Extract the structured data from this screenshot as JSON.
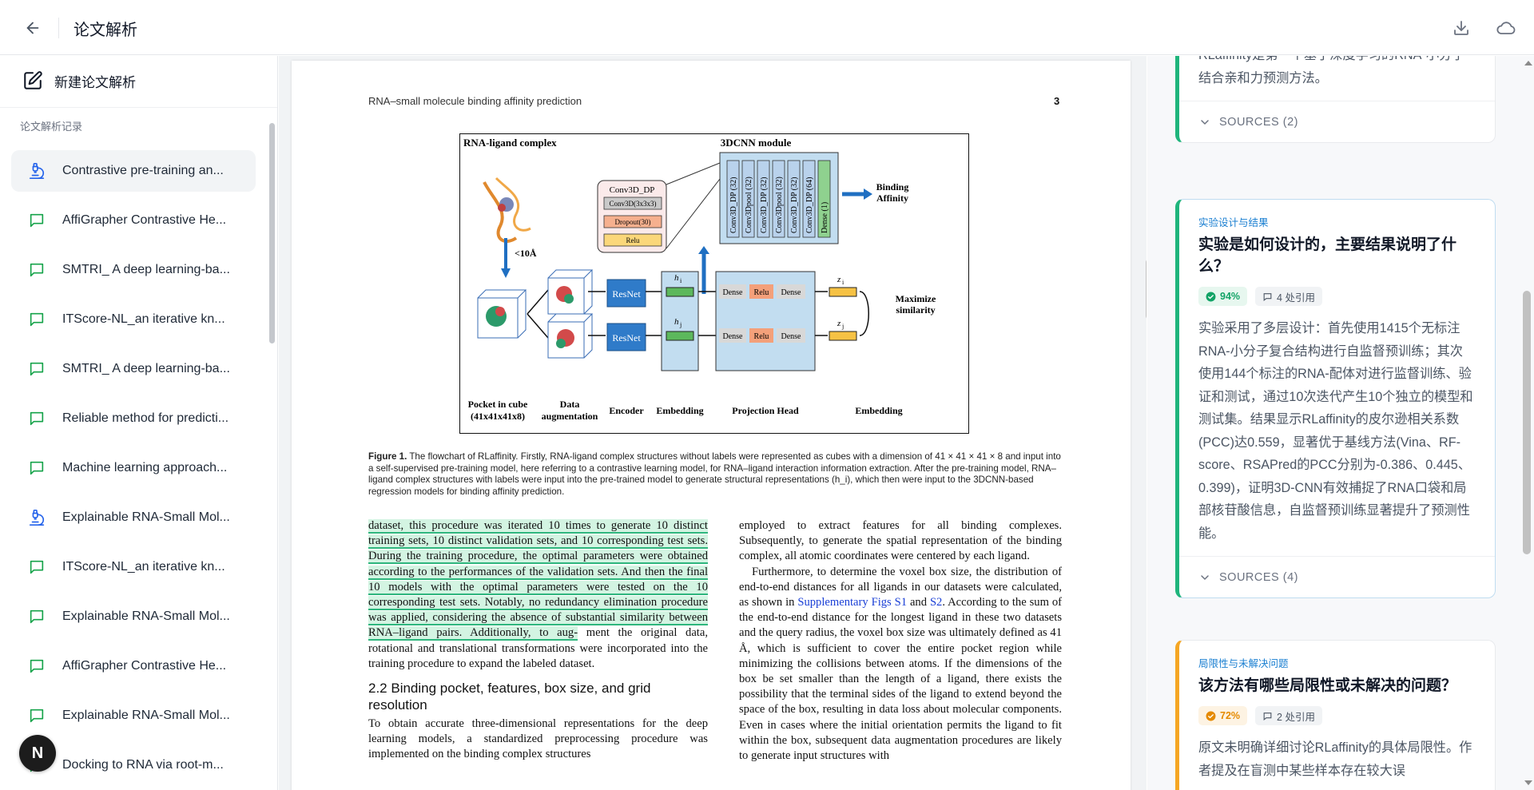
{
  "topbar": {
    "title": "论文解析",
    "back_icon": "arrow-left-icon",
    "download_icon": "download-icon",
    "cloud_icon": "cloud-icon"
  },
  "sidebar": {
    "new_label": "新建论文解析",
    "history_label": "论文解析记录",
    "items": [
      {
        "label": "Contrastive pre-training an...",
        "icon": "microscope-icon"
      },
      {
        "label": "AffiGrapher Contrastive He...",
        "icon": "chat-icon"
      },
      {
        "label": "SMTRI_ A deep learning-ba...",
        "icon": "chat-icon"
      },
      {
        "label": "ITScore-NL_an iterative kn...",
        "icon": "chat-icon"
      },
      {
        "label": "SMTRI_ A deep learning-ba...",
        "icon": "chat-icon"
      },
      {
        "label": "Reliable method for predicti...",
        "icon": "chat-icon"
      },
      {
        "label": "Machine learning approach...",
        "icon": "chat-icon"
      },
      {
        "label": "Explainable RNA-Small Mol...",
        "icon": "microscope-icon"
      },
      {
        "label": "ITScore-NL_an iterative kn...",
        "icon": "chat-icon"
      },
      {
        "label": "Explainable RNA-Small Mol...",
        "icon": "chat-icon"
      },
      {
        "label": "AffiGrapher Contrastive He...",
        "icon": "chat-icon"
      },
      {
        "label": "Explainable RNA-Small Mol...",
        "icon": "chat-icon"
      },
      {
        "label": "Docking to RNA via root-m...",
        "icon": "chat-icon"
      }
    ],
    "avatar_letter": "N"
  },
  "doc": {
    "running_head": "RNA–small molecule binding affinity prediction",
    "page_number": "3",
    "figure": {
      "label_complex": "RNA-ligand complex",
      "label_module": "3DCNN module",
      "conv_title": "Conv3D_DP",
      "conv_rows": [
        "Conv3D(3x3x3)",
        "Dropout(30)",
        "Relu"
      ],
      "module_layers": [
        "Conv3D_DP (32)",
        "Conv3Dpool (32)",
        "Conv3D_DP (32)",
        "Conv3Dpool (32)",
        "Conv3D_DP (32)",
        "Conv3D_DP (64)",
        "Dense (1)"
      ],
      "binding": "Binding",
      "affinity": "Affinity",
      "dist": "<10Å",
      "resnet": "ResNet",
      "hi": "h",
      "hi_sub": "i",
      "hj": "h",
      "hj_sub": "j",
      "zi": "z",
      "zi_sub": "i",
      "zj": "z",
      "zj_sub": "j",
      "dense": "Dense",
      "relu": "Relu",
      "maximize": "Maximize",
      "similarity": "similarity",
      "bottom_labels": [
        "Pocket in cube",
        "(41x41x41x8)",
        "Data",
        "augmentation",
        "Encoder",
        "Embedding",
        "Projection Head",
        "Embedding"
      ]
    },
    "caption_label": "Figure 1.",
    "caption_text": " The flowchart of RLaffinity. Firstly, RNA-ligand complex structures without labels were represented as cubes with a dimension of 41 × 41 × 41 × 8 and input into a self-supervised pre-training model, here referring to a contrastive learning model, for RNA–ligand interaction information extraction. After the pre-training model, RNA–ligand complex structures with labels were input into the pre-trained model to generate structural representations (h_i), which then were input to the 3DCNN-based regression models for binding affinity prediction.",
    "left_highlight": "dataset, this procedure was iterated 10 times to generate 10 distinct training sets, 10 distinct validation sets, and 10 corresponding test sets. During the training procedure, the optimal parameters were obtained according to the performances of the validation sets. And then the final 10 models with the optimal parameters were tested on the 10 corresponding test sets. Notably, no redundancy elimination procedure was applied, considering the absence of substantial similarity between RNA–ligand pairs. Additionally, to aug-",
    "left_rest": "ment the original data, rotational and translational transformations were incorporated into the training procedure to expand the labeled dataset.",
    "section_title": "2.2 Binding pocket, features, box size, and grid resolution",
    "left_after": "To obtain accurate three-dimensional representations for the deep learning models, a standardized preprocessing procedure was implemented on the binding complex structures",
    "right_p1": "employed to extract features for all binding complexes. Subsequently, to generate the spatial representation of the binding complex, all atomic coordinates were centered by each ligand.",
    "right_p2_a": "Furthermore, to determine the voxel box size, the distribution of end-to-end distances for all ligands in our datasets were calculated, as shown in ",
    "right_link1": "Supplementary Figs S1",
    "right_and": " and ",
    "right_link2": "S2",
    "right_p2_b": ". According to the sum of the end-to-end distance for the longest ligand in these two datasets and the query radius, the voxel box size was ultimately defined as 41 Å, which is sufficient to cover the entire pocket region while minimizing the collisions between atoms. If the dimensions of the box be set smaller than the length of a ligand, there exists the possibility that the terminal sides of the ligand to extend beyond the space of the box, resulting in data loss about molecular components. Even in cases where the initial orientation permits the ligand to fit within the box, subsequent data augmentation procedures are likely to generate input structures with"
  },
  "panel": {
    "card1": {
      "answer_tail": "RLaffinity是第一个基于深度学习的RNA-小分子结合亲和力预测方法。",
      "sources": "SOURCES (2)"
    },
    "card2": {
      "tag": "实验设计与结果",
      "question": "实验是如何设计的，主要结果说明了什么？",
      "confidence": "94%",
      "citations": "4 处引用",
      "answer": "实验采用了多层设计：首先使用1415个无标注RNA-小分子复合结构进行自监督预训练；其次使用144个标注的RNA-配体对进行监督训练、验证和测试，通过10次迭代产生10个独立的模型和测试集。结果显示RLaffinity的皮尔逊相关系数(PCC)达0.559，显著优于基线方法(Vina、RF-score、RSAPred的PCC分别为-0.386、0.445、0.399)，证明3D-CNN有效捕捉了RNA口袋和局部核苷酸信息，自监督预训练显著提升了预测性能。",
      "sources": "SOURCES (4)"
    },
    "card3": {
      "tag": "局限性与未解决问题",
      "question": "该方法有哪些局限性或未解决的问题？",
      "confidence": "72%",
      "citations": "2 处引用",
      "answer": "原文未明确详细讨论RLaffinity的具体局限性。作者提及在盲测中某些样本存在较大误"
    }
  }
}
